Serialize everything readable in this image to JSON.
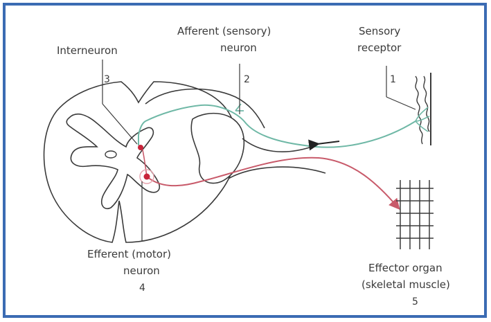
{
  "labels": {
    "interneuron": "Interneuron",
    "afferent_line1": "Afferent (sensory)",
    "afferent_line2": "neuron",
    "receptor_line1": "Sensory",
    "receptor_line2": "receptor",
    "efferent_line1": "Efferent (motor)",
    "efferent_line2": "neuron",
    "effector_line1": "Effector organ",
    "effector_line2": "(skeletal muscle)"
  },
  "numbers": {
    "receptor": "1",
    "afferent": "2",
    "interneuron": "3",
    "efferent": "4",
    "effector": "5"
  },
  "colors": {
    "frame": "#3b6bb3",
    "sensory_pathway": "#6fb8a6",
    "motor_pathway": "#c85a6a",
    "outline": "#3a3a3a"
  }
}
